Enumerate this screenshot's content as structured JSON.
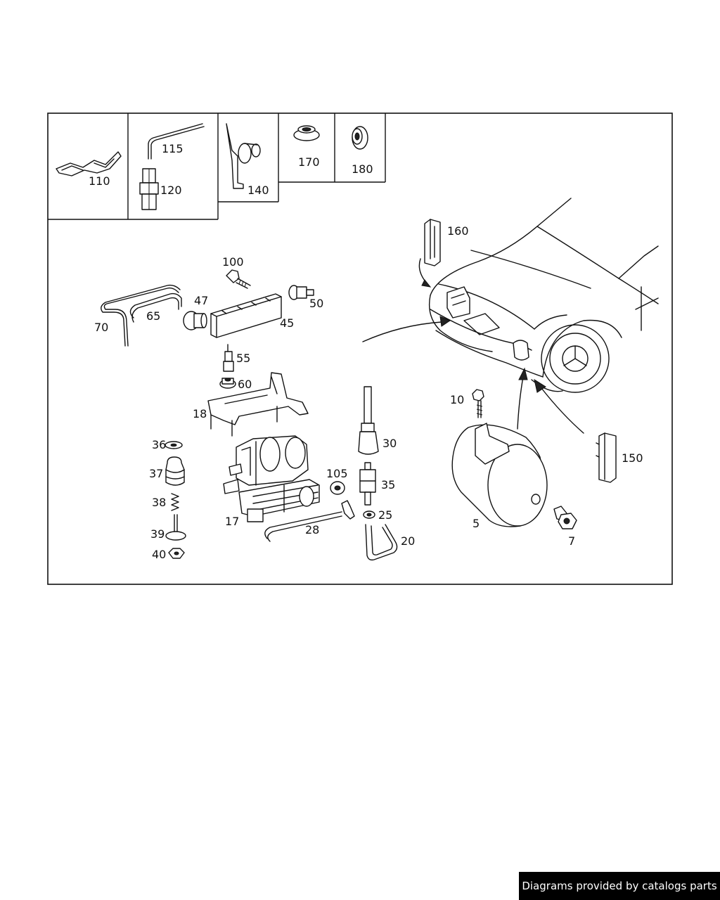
{
  "labels": {
    "p110": "110",
    "p115": "115",
    "p120": "120",
    "p140": "140",
    "p170": "170",
    "p180": "180",
    "p160": "160",
    "p100": "100",
    "p47": "47",
    "p50": "50",
    "p65": "65",
    "p70": "70",
    "p45": "45",
    "p55": "55",
    "p60": "60",
    "p18": "18",
    "p36": "36",
    "p37": "37",
    "p38": "38",
    "p39": "39",
    "p40": "40",
    "p17": "17",
    "p105": "105",
    "p28": "28",
    "p30": "30",
    "p35": "35",
    "p25": "25",
    "p20": "20",
    "p10": "10",
    "p5": "5",
    "p7": "7",
    "p150": "150"
  },
  "footer": {
    "credit": "Diagrams provided by catalogs parts"
  }
}
